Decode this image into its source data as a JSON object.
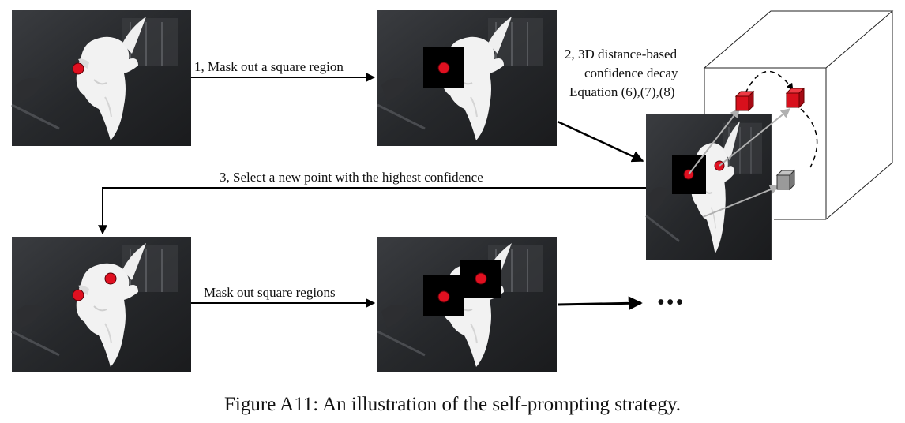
{
  "steps": {
    "step1": "1, Mask out a square region",
    "step2_line1": "2, 3D distance-based",
    "step2_line2": "confidence decay",
    "step2_line3": "Equation (6),(7),(8)",
    "step3": "3, Select  a new point with the highest confidence",
    "step4": "Mask out square regions"
  },
  "ellipsis": "•••",
  "caption": "Figure A11: An illustration of the self-prompting strategy.",
  "colors": {
    "prompt_point": "#e01020",
    "mask": "#000000",
    "selected_cube": "#d8101c",
    "unselected_cube": "#9a9a9a",
    "arrow": "#000000",
    "ray": "#b0b0b0"
  },
  "panels": [
    {
      "id": "input",
      "points": 1,
      "masks": 0
    },
    {
      "id": "masked-1",
      "points": 1,
      "masks": 1
    },
    {
      "id": "projected",
      "points": 2,
      "masks": 1
    },
    {
      "id": "two-points",
      "points": 2,
      "masks": 0
    },
    {
      "id": "masked-2",
      "points": 2,
      "masks": 2
    }
  ]
}
